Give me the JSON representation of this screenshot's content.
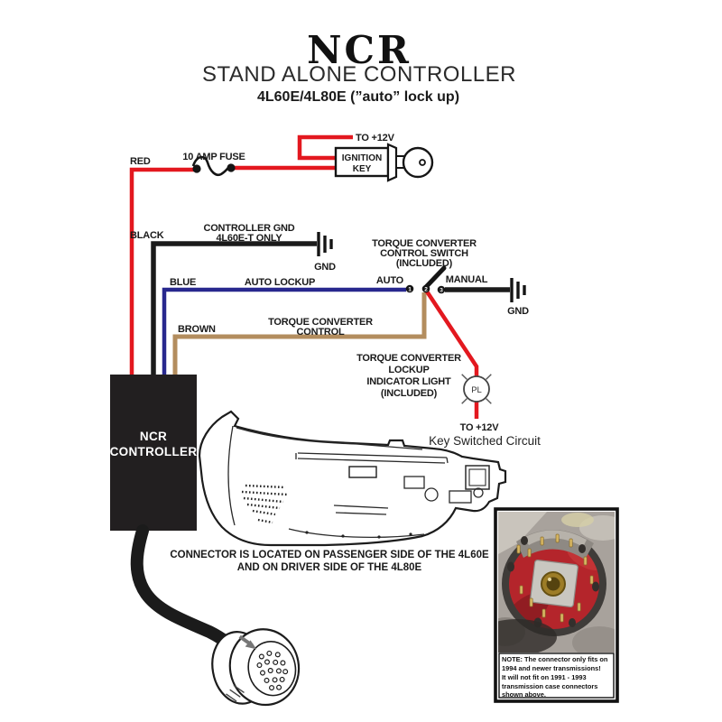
{
  "title": {
    "logo": "NCR",
    "subtitle": "STAND ALONE CONTROLLER",
    "model": "4L60E/4L80E (”auto” lock up)"
  },
  "power": {
    "wire_label": "RED",
    "fuse_label": "10 AMP FUSE",
    "to_12v": "TO +12V",
    "ignition_line1": "IGNITION",
    "ignition_line2": "KEY"
  },
  "ground": {
    "wire_label": "BLACK",
    "desc_line1": "CONTROLLER GND",
    "desc_line2": "4L60E-T ONLY",
    "gnd_label": "GND"
  },
  "lockup": {
    "wire_label": "BLUE",
    "wire_desc": "AUTO LOCKUP",
    "auto_label": "AUTO",
    "manual_label": "MANUAL",
    "gnd_label": "GND",
    "switch_line1": "TORQUE CONVERTER",
    "switch_line2": "CONTROL SWITCH",
    "switch_line3": "(INCLUDED)",
    "terminal_1": "1",
    "terminal_2": "2",
    "terminal_3": "3"
  },
  "tcc": {
    "wire_label": "BROWN",
    "desc_line1": "TORQUE CONVERTER",
    "desc_line2": "CONTROL"
  },
  "indicator": {
    "line1": "TORQUE CONVERTER",
    "line2": "LOCKUP",
    "line3": "INDICATOR LIGHT",
    "line4": "(INCLUDED)",
    "lamp_label": "PL",
    "to_12v": "TO +12V",
    "circuit": "Key Switched Circuit"
  },
  "controller": {
    "line1": "NCR",
    "line2": "CONTROLLER"
  },
  "location_note": {
    "line1": "CONNECTOR IS LOCATED ON PASSENGER SIDE OF THE 4L60E",
    "line2": "AND ON DRIVER SIDE OF THE 4L80E"
  },
  "inset": {
    "note_line1": "NOTE: The connector only fits on",
    "note_line2": "1994 and newer transmissions!",
    "note_line3": "It will not fit on 1991 - 1993",
    "note_line4": "transmission case connectors",
    "note_line5": "shown above."
  },
  "colors": {
    "wire_red": "#e3181f",
    "wire_blue": "#28288e",
    "wire_brown": "#b38d5e",
    "wire_black": "#1b1b1b",
    "connector_red": "#b4252b"
  }
}
